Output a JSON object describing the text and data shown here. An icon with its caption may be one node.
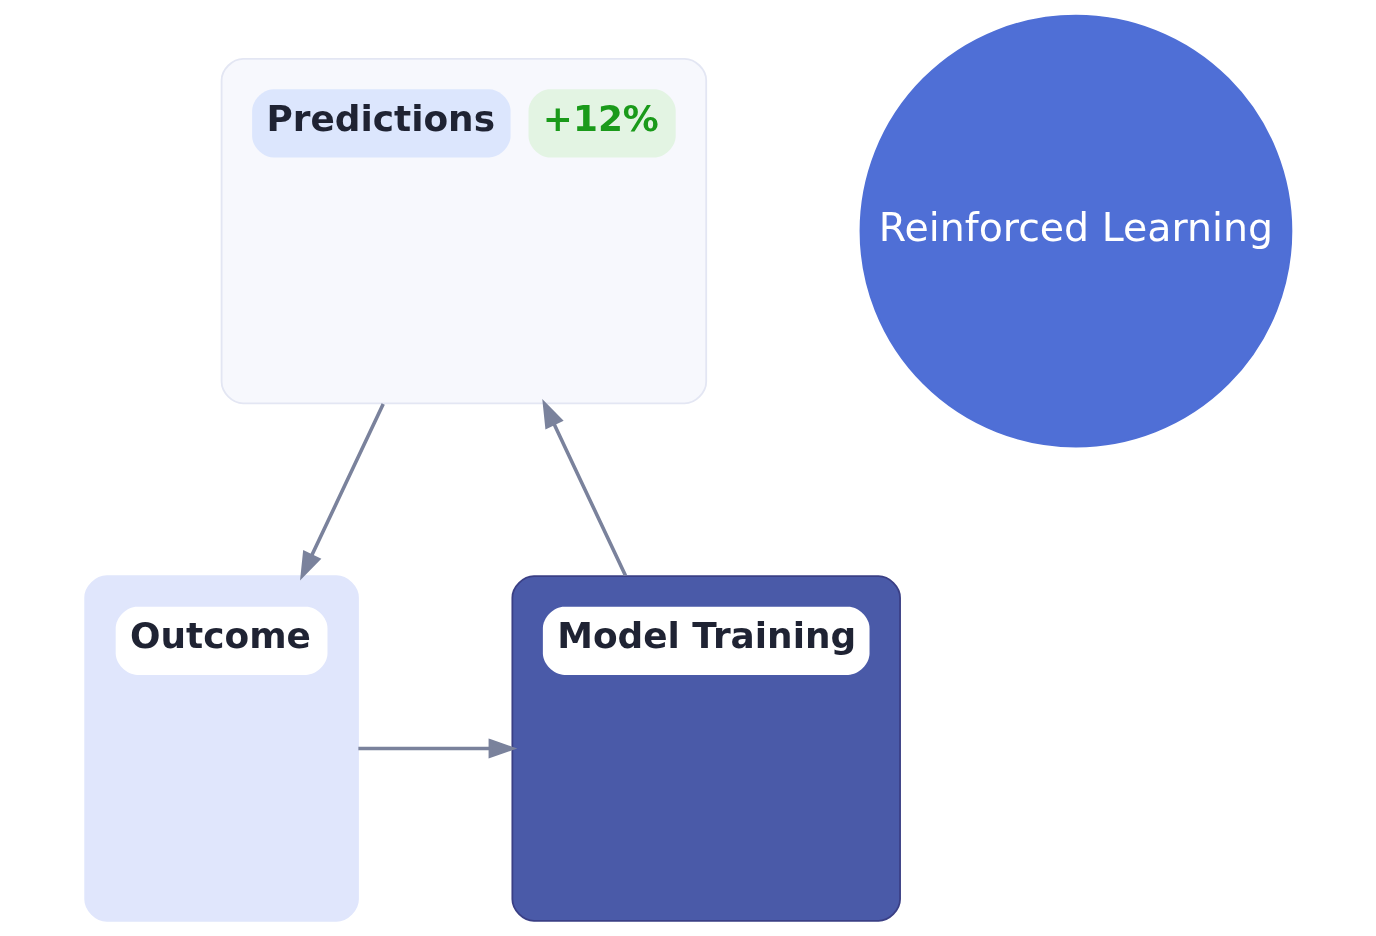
{
  "diagram": {
    "nodes": [
      {
        "text": [
          "Predictions",
          "+12%"
        ]
      },
      {
        "text": [
          "Reinforced Learning"
        ]
      },
      {
        "text": [
          "Outcome"
        ]
      },
      {
        "text": [
          "Model Training"
        ]
      }
    ],
    "edges": [
      {
        "from": 0,
        "to": 2,
        "arrow": "to"
      },
      {
        "from": 2,
        "to": 3,
        "arrow": "to"
      },
      {
        "from": 3,
        "to": 0,
        "arrow": "to"
      }
    ]
  }
}
